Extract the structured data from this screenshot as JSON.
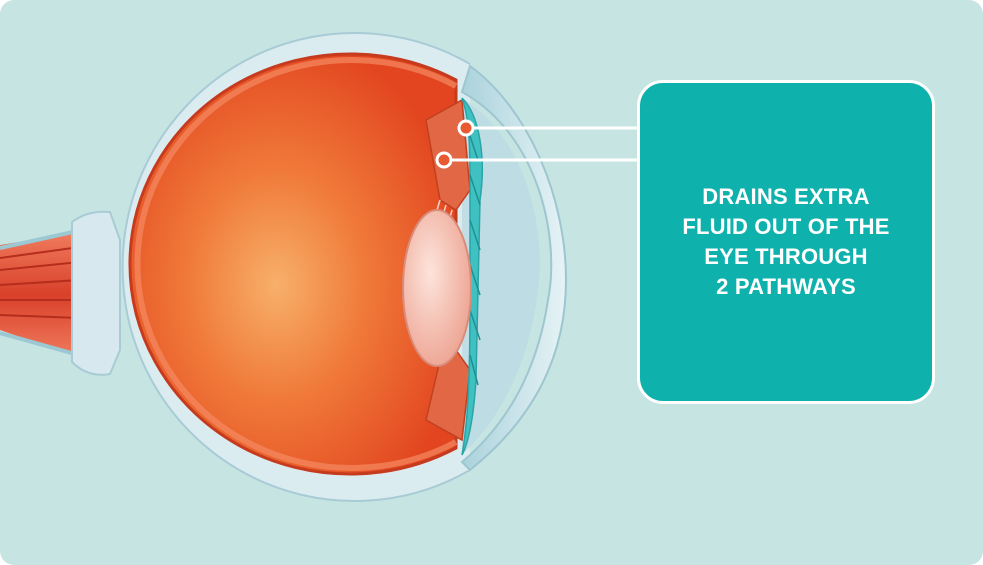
{
  "colors": {
    "background": "#c6e4e2",
    "callout_fill": "#0fb1ad",
    "callout_border": "#ffffff",
    "callout_text": "#ffffff",
    "eye_interior": "#ea4a22",
    "eye_highlight": "#f6a861",
    "sclera": "#dbecf1",
    "cornea": "#cde5ec",
    "drainage_tissue": "#3fc1c2",
    "lens": "#f4c3b7"
  },
  "callout": {
    "lines": [
      "DRAINS EXTRA",
      "FLUID OUT OF THE",
      "EYE THROUGH",
      "2 PATHWAYS"
    ]
  },
  "pathways": [
    {
      "name": "pathway-1"
    },
    {
      "name": "pathway-2"
    }
  ]
}
